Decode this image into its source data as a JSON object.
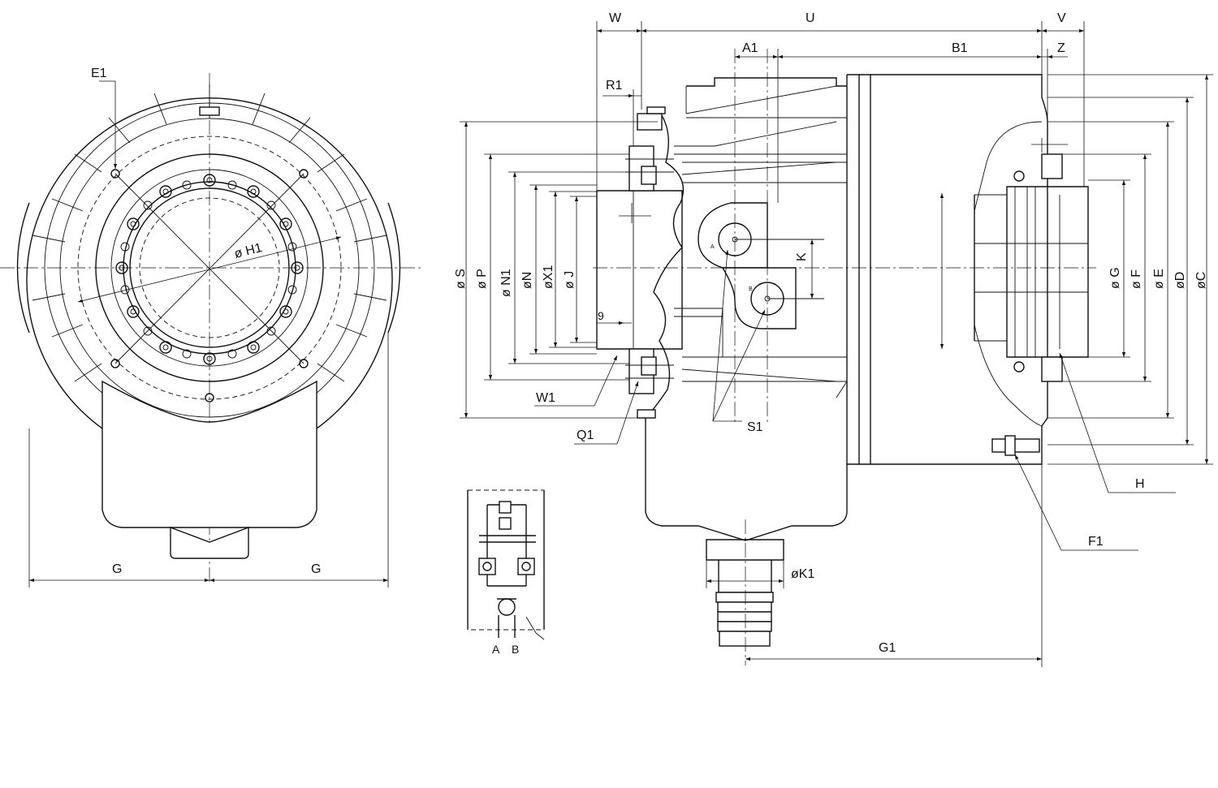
{
  "front_view": {
    "labels": {
      "E1": "E1",
      "H1": "ø H1",
      "G_left": "G",
      "G_right": "G"
    }
  },
  "side_view": {
    "labels": {
      "W": "W",
      "U": "U",
      "V": "V",
      "A1": "A1",
      "B1": "B1",
      "Z": "Z",
      "R1": "R1",
      "K": "K",
      "nine": "9",
      "W1": "W1",
      "Q1": "Q1",
      "S1": "S1",
      "H": "H",
      "F1": "F1",
      "K1": "øK1",
      "G1": "G1",
      "port_A": "A",
      "port_B": "B",
      "diam_S": "ø S",
      "diam_P": "ø P",
      "diam_N1": "ø N1",
      "diam_N": "øN",
      "diam_X1": "øX1",
      "diam_J": "ø J",
      "diam_G": "ø G",
      "diam_F": "ø F",
      "diam_E": "ø E",
      "diam_D": "øD",
      "diam_C": "øC"
    }
  },
  "hydraulic_schematic": {
    "labels": {
      "port_A": "A",
      "port_B": "B"
    }
  }
}
